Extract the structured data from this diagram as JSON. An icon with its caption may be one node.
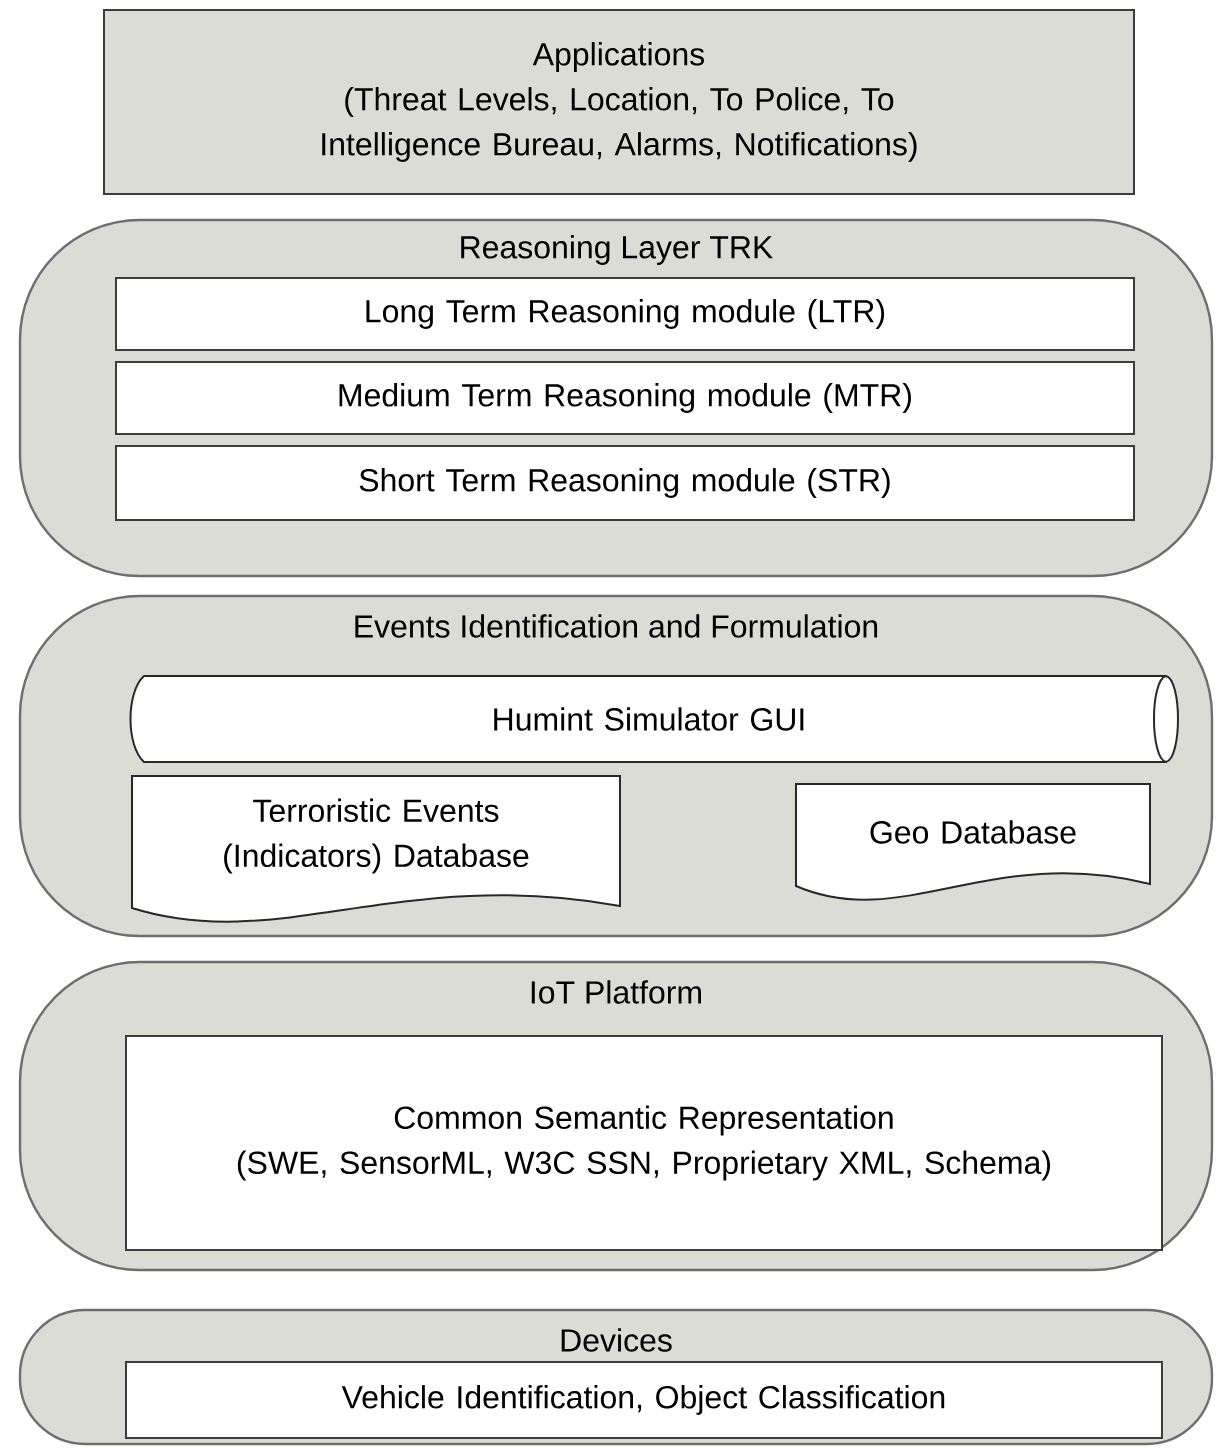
{
  "diagram": {
    "nodes": [
      {
        "text": [
          "Applications",
          "(Threat Levels, Location, To Police, To Intelligence Bureau, Alarms, Notifications)"
        ]
      },
      {
        "text": [
          "Reasoning Layer TRK"
        ]
      },
      {
        "text": [
          "Long Term Reasoning module (LTR)"
        ],
        "in": 1
      },
      {
        "text": [
          "Medium Term Reasoning module (MTR)"
        ],
        "in": 1
      },
      {
        "text": [
          "Short Term Reasoning module (STR)"
        ],
        "in": 1
      },
      {
        "text": [
          "Events Identification and Formulation"
        ]
      },
      {
        "text": [
          "Humint Simulator GUI"
        ],
        "in": 5
      },
      {
        "text": [
          "Terroristic Events (Indicators) Database"
        ],
        "in": 5
      },
      {
        "text": [
          "Geo Database"
        ],
        "in": 5
      },
      {
        "text": [
          "IoT Platform"
        ]
      },
      {
        "text": [
          "Common Semantic Representation",
          "(SWE, SensorML, W3C SSN, Proprietary XML, Schema)"
        ],
        "in": 9
      },
      {
        "text": [
          "Devices"
        ]
      },
      {
        "text": [
          "Vehicle Identification, Object Classification"
        ],
        "in": 11
      }
    ]
  }
}
